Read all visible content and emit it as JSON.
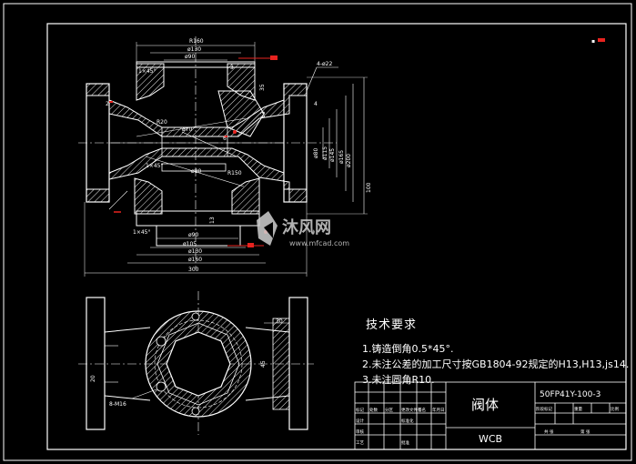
{
  "drawing": {
    "dims_front": {
      "r160_top": "R160",
      "d130_top": "ø130",
      "d90_top": "ø90",
      "chamfer_top": "1×45°",
      "thread": "4-ø22",
      "dim_35": "35",
      "r20": "R20",
      "dim_70": "ø70",
      "d80_mid": "ø80",
      "chamfer_mid": "1×45°",
      "r150": "R150",
      "d80_right": "ø80",
      "d115": "ø115",
      "d145": "ø145",
      "d165": "ø165",
      "d200": "ø200",
      "dim_100": "100",
      "dim_13a": "13",
      "dim_13b": "13",
      "chamfer_bot": "1×45°",
      "d90_bot": "ø90",
      "d105_bot": "ø105",
      "d130_bot": "ø130",
      "d160_bot": "ø160",
      "total_300": "300",
      "mark_3": "3",
      "mark_4": "4",
      "mark_6": "6",
      "mark_2": "2"
    },
    "dims_top": {
      "dim_30": "30",
      "dim_20": "20",
      "dim_45": "45",
      "holes": "8-M16"
    }
  },
  "watermark": {
    "brand": "沐风网",
    "site": "www.mfcad.com"
  },
  "tech_notes": {
    "title": "技术要求",
    "items": [
      "1.铸造倒角0.5*45°.",
      "2.未注公差的加工尺寸按GB1804-92规定的H13,H13,js14.",
      "3.未注圆角R10."
    ]
  },
  "title_block": {
    "part_name": "阀体",
    "drawing_no": "50FP41Y-100-3",
    "material": "WCB",
    "rows": [
      "标记",
      "处数",
      "分区",
      "更改文件号",
      "签名",
      "年月日"
    ],
    "design": "设计",
    "standard": "标准化",
    "check": "审核",
    "craft": "工艺",
    "approve": "批准",
    "stage": "阶段标记",
    "weight": "重量",
    "scale": "比例",
    "sheet": "共  张",
    "page": "第  张"
  },
  "colors": {
    "line": "#ffffff",
    "hatch": "#ffffff",
    "red": "#e8231f",
    "dim": "#ffffff",
    "frame": "#ffffff"
  }
}
